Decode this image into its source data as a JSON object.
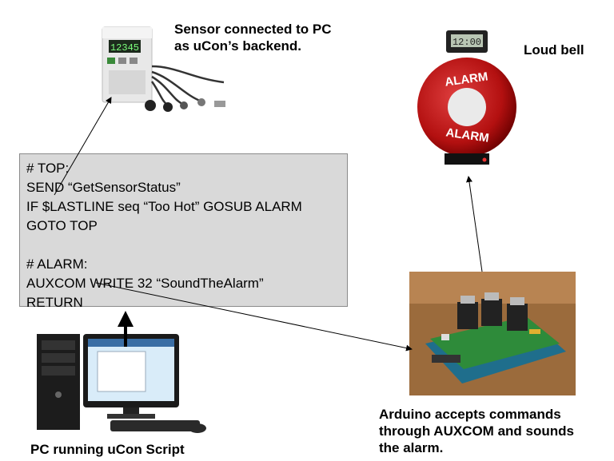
{
  "labels": {
    "sensor": [
      "Sensor connected to PC",
      "as uCon’s backend."
    ],
    "bell": "Loud bell",
    "arduino": [
      "Arduino accepts commands",
      "through AUXCOM and sounds",
      "the alarm."
    ],
    "pc": "PC running uCon Script"
  },
  "script": {
    "lines": [
      "# TOP:",
      "SEND “GetSensorStatus”",
      "IF $LASTLINE seq “Too Hot” GOSUB ALARM",
      "GOTO TOP",
      "",
      "# ALARM:",
      "AUXCOM WRITE 32 “SoundTheAlarm”",
      "RETURN"
    ]
  },
  "sensor_display": "12345",
  "bell_clock": "12:00",
  "bell_text": [
    "ALARM",
    "ALARM"
  ]
}
